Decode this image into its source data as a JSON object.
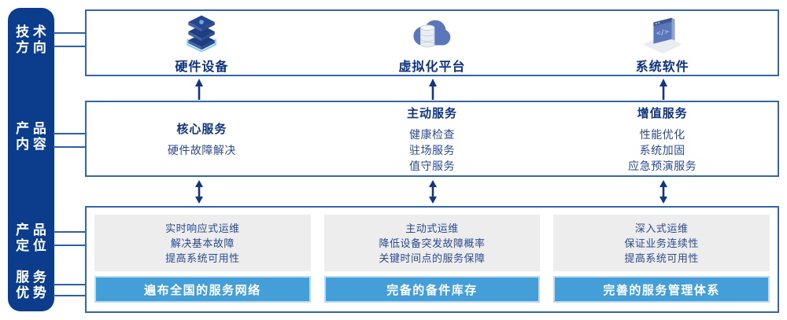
{
  "colors": {
    "sidebar_blue": "#0c3d8c",
    "box_border_blue": "#3565ab",
    "connector_blue": "#2e5fa8",
    "title_navy": "#10337f",
    "body_text_blue": "#2b4a8f",
    "badge_blue": "#449fd9",
    "badge_halo": "#bcdcf2",
    "gray_panel": "#ededed",
    "arrow_navy": "#16357f"
  },
  "sidebar": {
    "labels": [
      {
        "name": "tech-direction",
        "line1": "技 术",
        "line2": "方 向"
      },
      {
        "name": "product-content",
        "line1": "产 品",
        "line2": "内 容"
      },
      {
        "name": "product-position",
        "line1": "产 品",
        "line2": "定 位"
      },
      {
        "name": "service-advantage",
        "line1": "服 务",
        "line2": "优 势"
      }
    ]
  },
  "tech_row": {
    "items": [
      {
        "icon": "server-stack-icon",
        "label": "硬件设备"
      },
      {
        "icon": "cloud-database-icon",
        "label": "虚拟化平台"
      },
      {
        "icon": "code-window-icon",
        "label": "系统软件"
      }
    ]
  },
  "content_row": {
    "columns": [
      {
        "title": "核心服务",
        "items": [
          "硬件故障解决"
        ]
      },
      {
        "title": "主动服务",
        "items": [
          "健康检查",
          "驻场服务",
          "值守服务"
        ]
      },
      {
        "title": "增值服务",
        "items": [
          "性能优化",
          "系统加固",
          "应急预演服务"
        ]
      }
    ]
  },
  "position_row": {
    "columns": [
      {
        "lines": [
          "实时响应式运维",
          "解决基本故障",
          "提高系统可用性"
        ],
        "badge": "遍布全国的服务网络"
      },
      {
        "lines": [
          "主动式运维",
          "降低设备突发故障概率",
          "关键时间点的服务保障"
        ],
        "badge": "完备的备件库存"
      },
      {
        "lines": [
          "深入式运维",
          "保证业务连续性",
          "提高系统可用性"
        ],
        "badge": "完善的服务管理体系"
      }
    ]
  }
}
